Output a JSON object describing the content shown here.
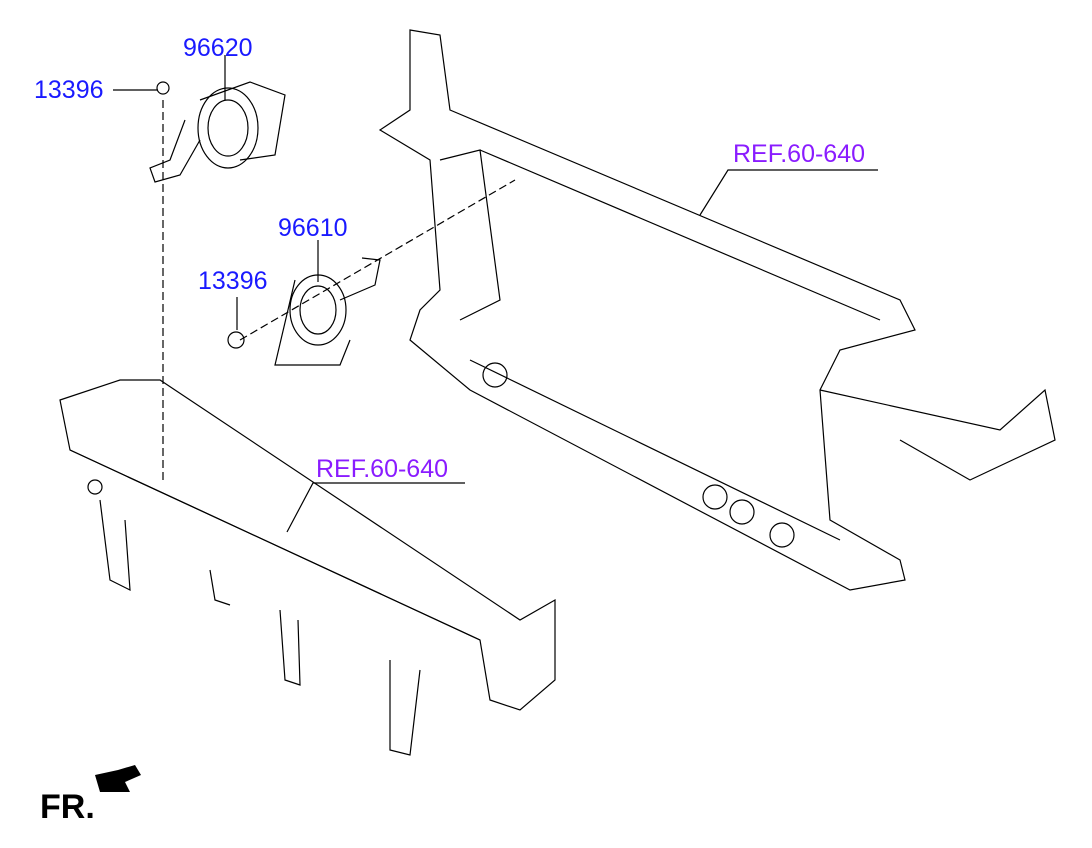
{
  "colors": {
    "part_label": "#1a1aff",
    "ref_label": "#8a1cff",
    "line": "#000000"
  },
  "labels": {
    "horn_high": "96620",
    "nut_top": "13396",
    "horn_low": "96610",
    "nut_mid": "13396",
    "ref_carrier": "REF.60-640",
    "ref_bumper": "REF.60-640",
    "front": "FR."
  }
}
